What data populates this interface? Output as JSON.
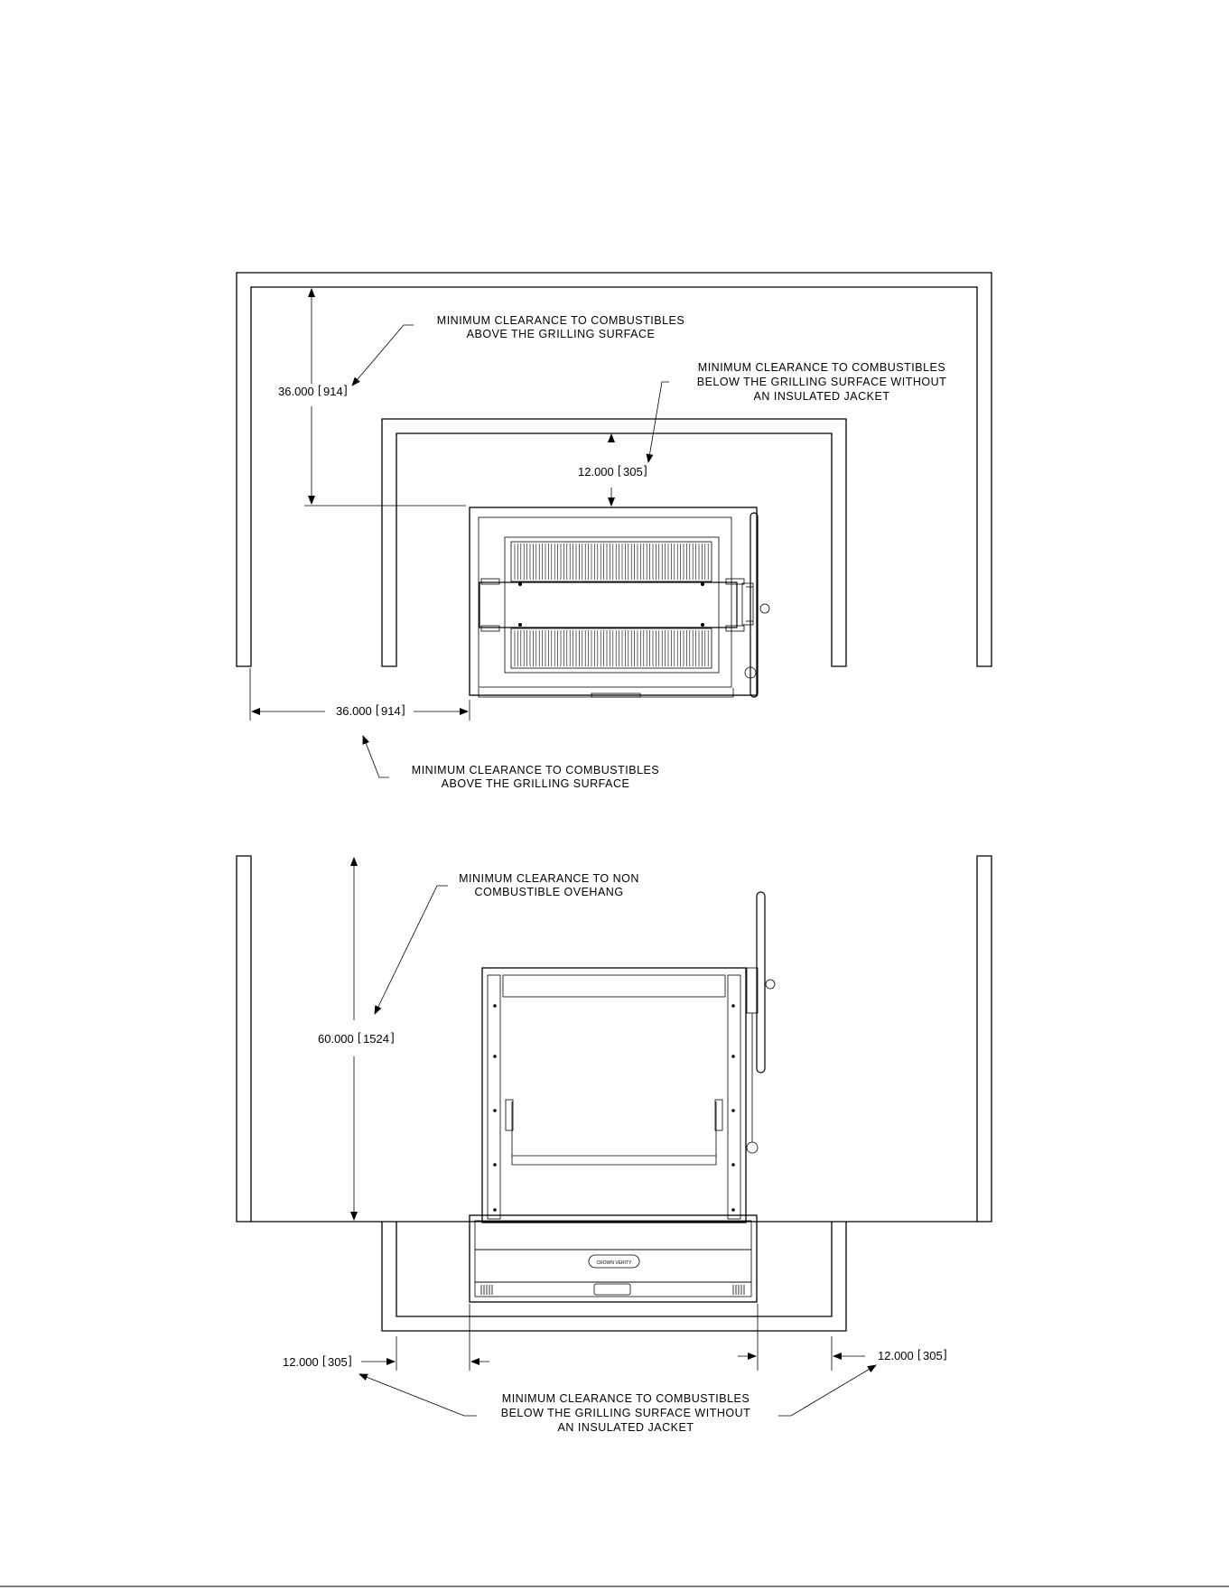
{
  "top_view": {
    "dim_height": {
      "value": "36.000",
      "metric": "914"
    },
    "dim_mid": {
      "value": "12.000",
      "metric": "305"
    },
    "dim_width": {
      "value": "36.000",
      "metric": "914"
    },
    "note_above_1": [
      "MINIMUM CLEARANCE TO COMBUSTIBLES",
      "ABOVE THE GRILLING SURFACE"
    ],
    "note_below": [
      "MINIMUM CLEARANCE TO COMBUSTIBLES",
      "BELOW THE GRILLING SURFACE WITHOUT",
      "AN INSULATED JACKET"
    ],
    "note_above_2": [
      "MINIMUM CLEARANCE TO COMBUSTIBLES",
      "ABOVE THE GRILLING SURFACE"
    ]
  },
  "bottom_view": {
    "dim_height": {
      "value": "60.000",
      "metric": "1524"
    },
    "dim_left": {
      "value": "12.000",
      "metric": "305"
    },
    "dim_right": {
      "value": "12.000",
      "metric": "305"
    },
    "note_overhang": [
      "MINIMUM CLEARANCE TO NON",
      "COMBUSTIBLE OVEHANG"
    ],
    "note_below": [
      "MINIMUM CLEARANCE TO COMBUSTIBLES",
      "BELOW THE GRILLING SURFACE WITHOUT",
      "AN INSULATED JACKET"
    ],
    "brand_badge": "CROWN VERITY"
  }
}
